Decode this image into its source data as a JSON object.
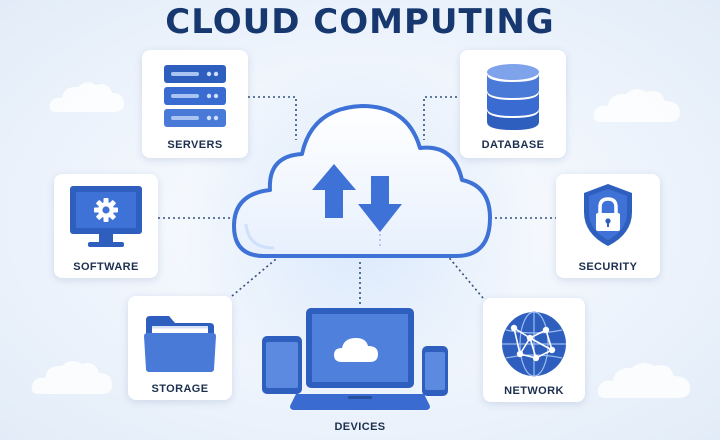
{
  "title": "CLOUD COMPUTING",
  "nodes": {
    "servers": {
      "label": "SERVERS",
      "icon": "server-rack-icon"
    },
    "database": {
      "label": "DATABASE",
      "icon": "database-icon"
    },
    "software": {
      "label": "SOFTWARE",
      "icon": "monitor-gear-icon"
    },
    "security": {
      "label": "SECURITY",
      "icon": "shield-lock-icon"
    },
    "storage": {
      "label": "STORAGE",
      "icon": "folder-icon"
    },
    "network": {
      "label": "NETWORK",
      "icon": "globe-network-icon"
    },
    "devices": {
      "label": "DEVICES",
      "icon": "devices-icon"
    }
  },
  "hub": {
    "icon": "cloud-sync-icon"
  },
  "colors": {
    "title": "#17386f",
    "accent": "#3f72d6",
    "accent_dark": "#2856b5",
    "label": "#1c2f4e",
    "connector": "#34507a"
  }
}
